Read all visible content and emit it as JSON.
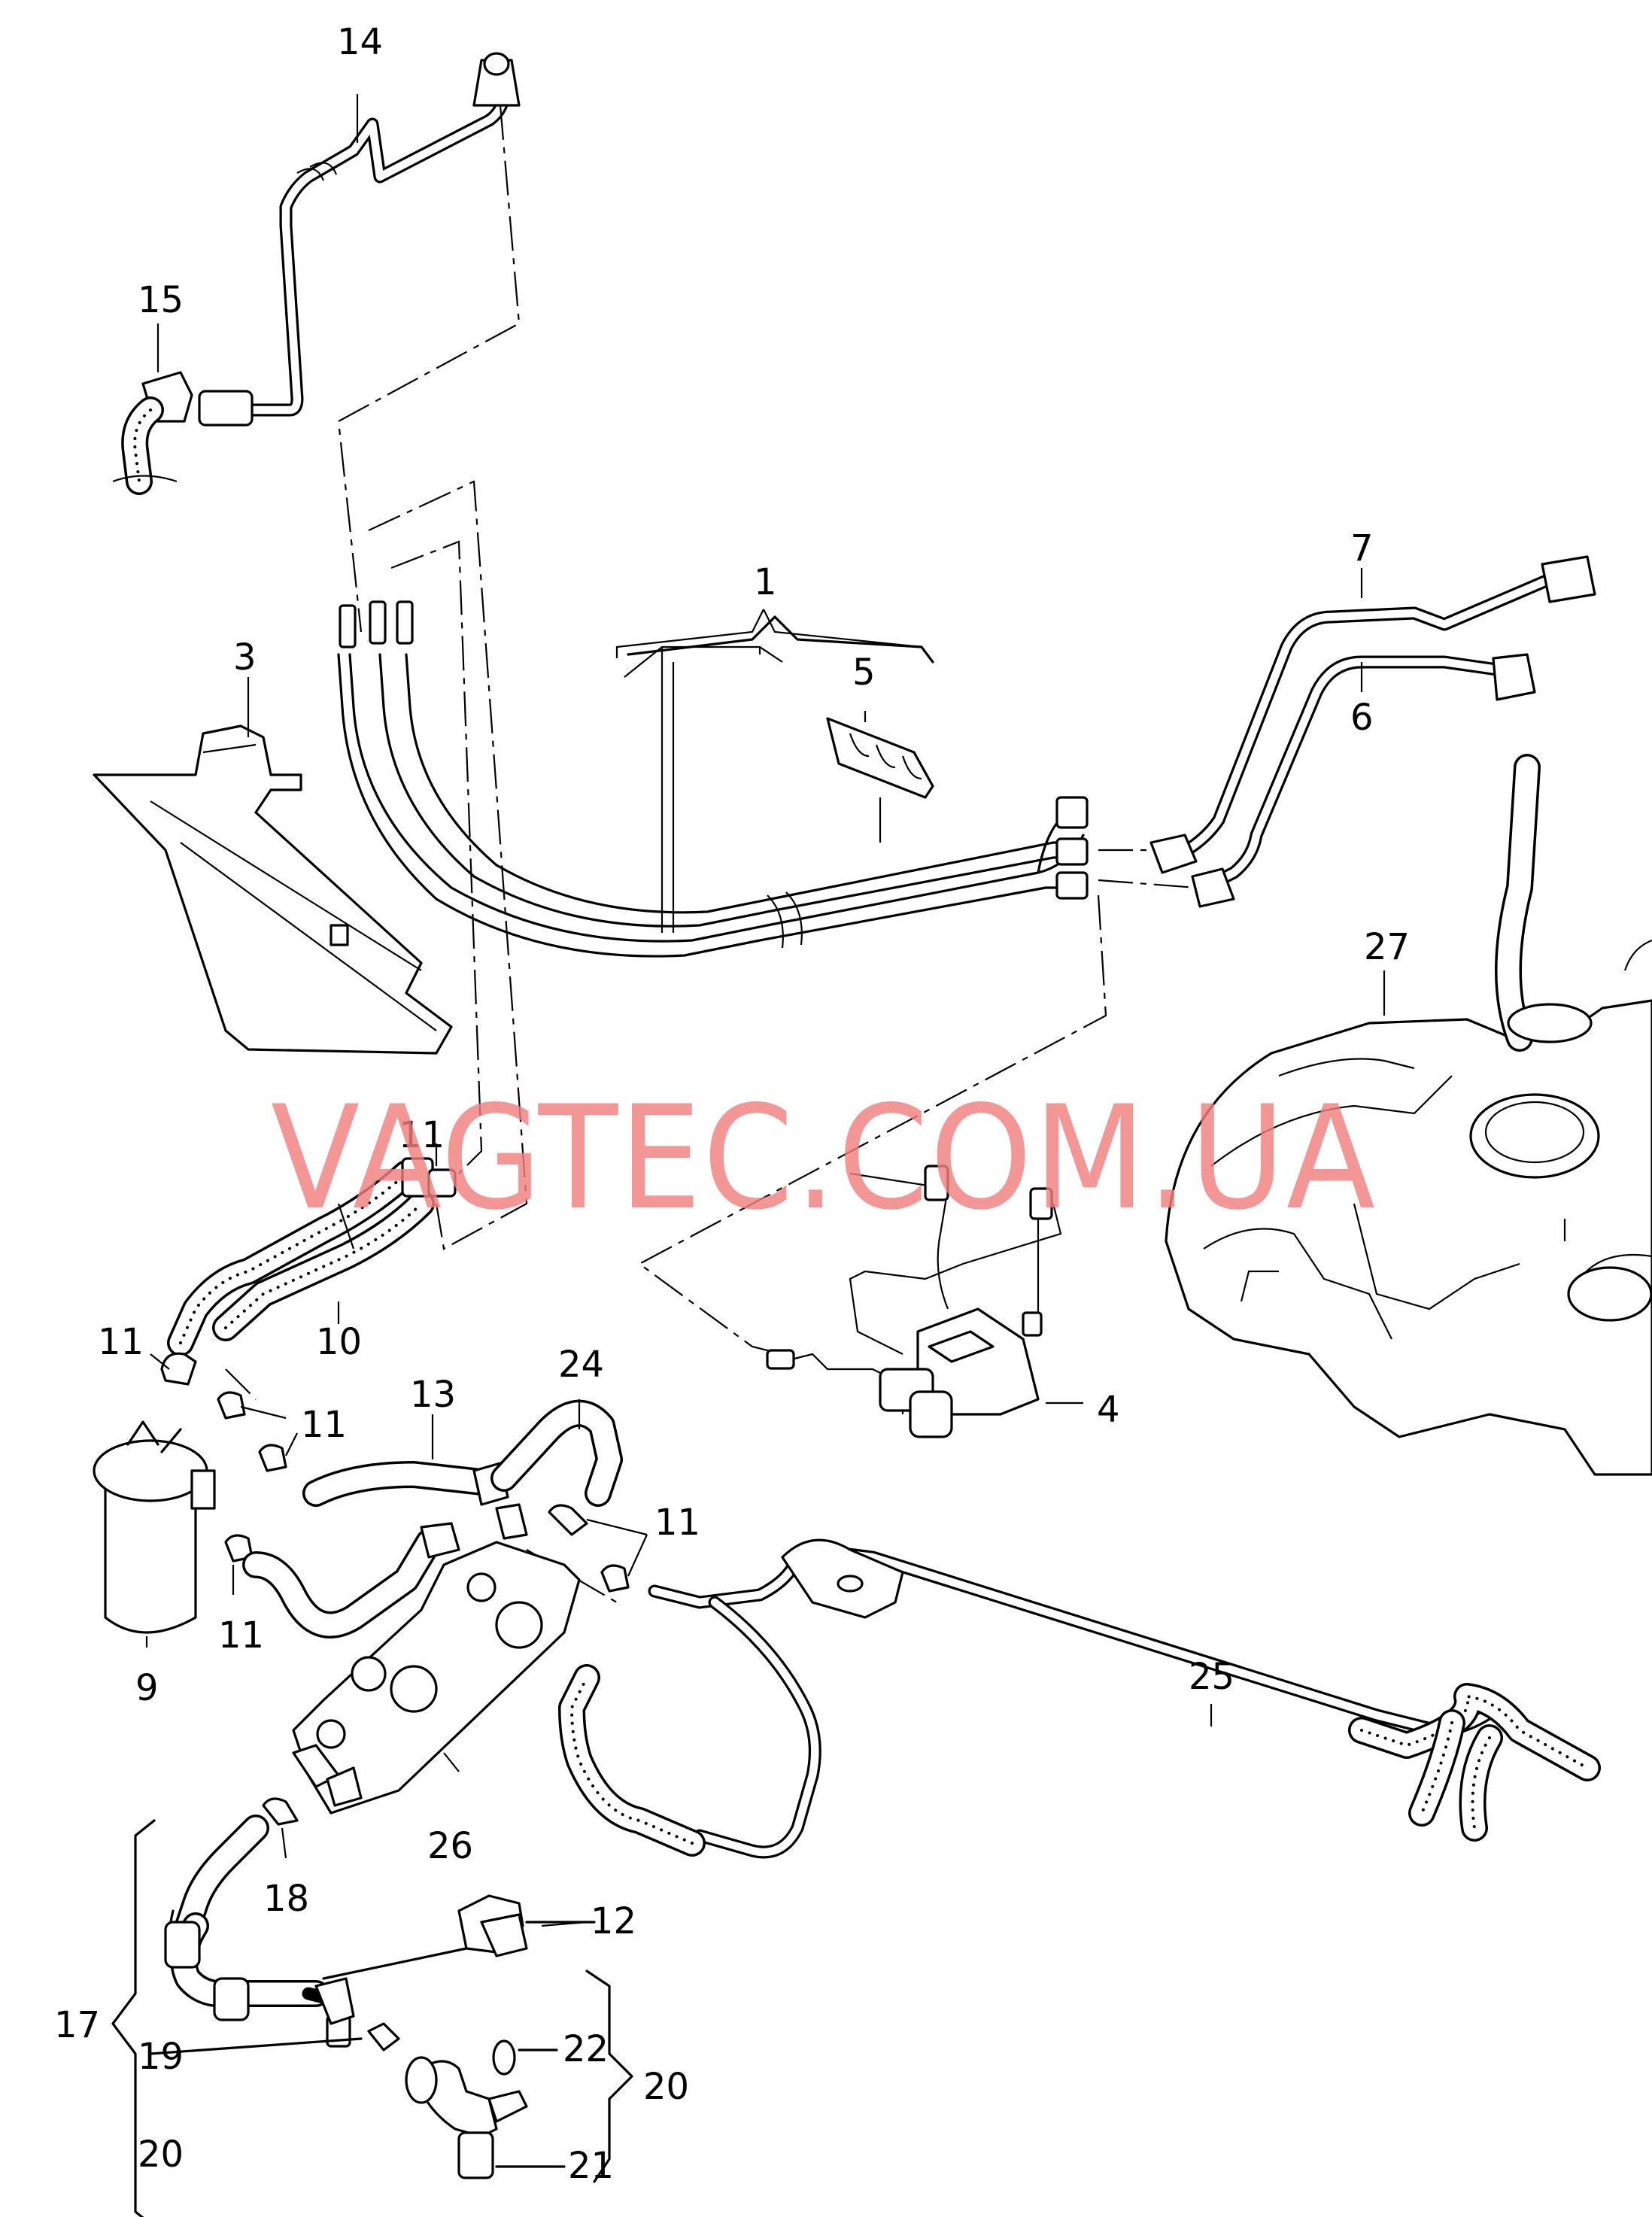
{
  "watermark": "VAGTEC.COM.UA",
  "callouts": {
    "c1": "1",
    "c3": "3",
    "c4": "4",
    "c5": "5",
    "c6": "6",
    "c7": "7",
    "c9": "9",
    "c10": "10",
    "c11a": "11",
    "c11b": "11",
    "c11c": "11",
    "c11d": "11",
    "c11e": "11",
    "c12": "12",
    "c13": "13",
    "c14": "14",
    "c15": "15",
    "c17": "17",
    "c18": "18",
    "c19": "19",
    "c20a": "20",
    "c20b": "20",
    "c21": "21",
    "c22": "22",
    "c24": "24",
    "c25": "25",
    "c26": "26",
    "c27": "27"
  }
}
